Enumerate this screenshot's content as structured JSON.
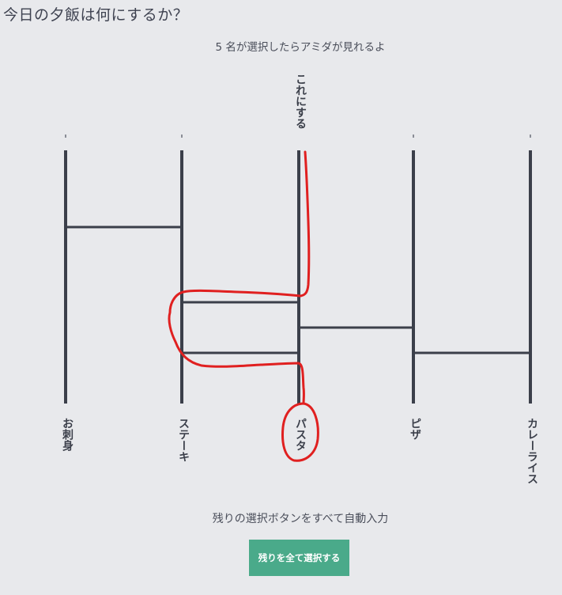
{
  "page": {
    "title": "今日の夕飯は何にするか？",
    "subtitle": "5 名が選択したらアミダが見れるよ"
  },
  "ladder": {
    "top_labels": [
      "",
      "",
      "これにする",
      "",
      ""
    ],
    "bottom_labels": [
      "お刺身",
      "ステーキ",
      "パスタ",
      "ピザ",
      "カレーライス"
    ],
    "line_color": "#3b3f4a",
    "highlight_color": "#e02020"
  },
  "footer": {
    "helper_text": "残りの選択ボタンをすべて自動入力",
    "button_label": "残りを全て選択する",
    "button_color": "#4aaa8a"
  }
}
